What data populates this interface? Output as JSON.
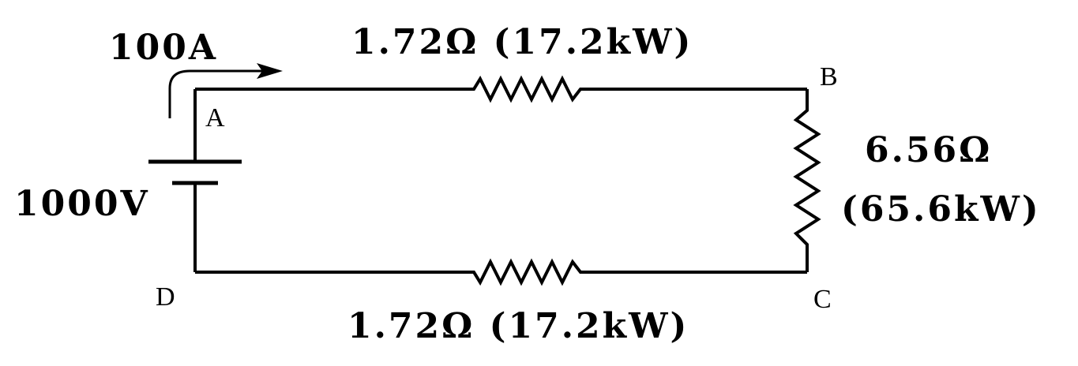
{
  "source": {
    "current": "100A",
    "voltage": "1000V"
  },
  "nodes": {
    "a": "A",
    "b": "B",
    "c": "C",
    "d": "D"
  },
  "resistors": {
    "top": "1.72Ω (17.2kW)",
    "right_resistance": "6.56Ω",
    "right_power": "(65.6kW)",
    "bottom": "1.72Ω (17.2kW)"
  }
}
